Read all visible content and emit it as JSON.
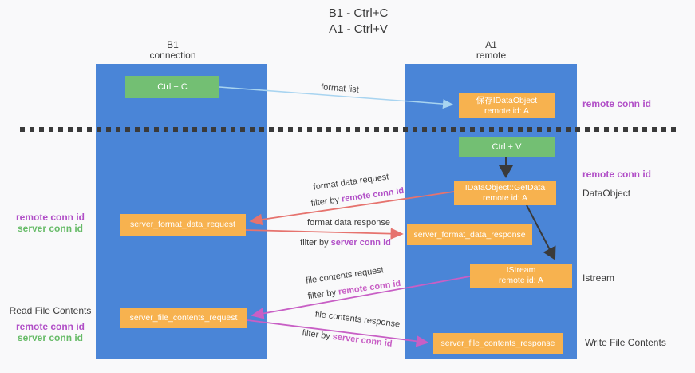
{
  "title": {
    "line1": "B1 - Ctrl+C",
    "line2": "A1 - Ctrl+V"
  },
  "lanes": {
    "b1": {
      "name": "B1",
      "subtitle": "connection"
    },
    "a1": {
      "name": "A1",
      "subtitle": "remote"
    }
  },
  "boxes": {
    "ctrl_c": {
      "label": "Ctrl + C"
    },
    "save_idataobject": {
      "line1": "保存IDataObject",
      "line2": "remote id: A"
    },
    "ctrl_v": {
      "label": "Ctrl + V"
    },
    "idataobject_getdata": {
      "line1": "IDataObject::GetData",
      "line2": "remote id: A"
    },
    "server_format_data_request": {
      "label": "server_format_data_request"
    },
    "server_format_data_response": {
      "label": "server_format_data_response"
    },
    "istream": {
      "line1": "IStream",
      "line2": "remote id: A"
    },
    "server_file_contents_request": {
      "label": "server_file_contents_request"
    },
    "server_file_contents_response": {
      "label": "server_file_contents_response"
    }
  },
  "arrow_labels": {
    "format_list": "format list",
    "format_data_request": "format data request",
    "format_data_response": "format data response",
    "file_contents_request": "file contents request",
    "file_contents_response": "file contents response",
    "filter_by": "filter by ",
    "remote_conn_id": "remote conn id",
    "server_conn_id": "server conn id"
  },
  "side_labels": {
    "remote_conn_id": "remote conn id",
    "server_conn_id": "server conn id",
    "dataobject": "DataObject",
    "istream": "Istream",
    "read_file_contents": "Read File Contents",
    "write_file_contents": "Write File Contents"
  },
  "colors": {
    "lane_blue": "#4a85d7",
    "box_green": "#73bf73",
    "box_orange": "#f7b24f",
    "arrow_blue": "#a8d4f0",
    "arrow_red": "#e6736e",
    "arrow_magenta": "#c85fc5",
    "arrow_black": "#3a3a3a",
    "text_purple": "#b14fc7",
    "text_green": "#67bb68"
  }
}
